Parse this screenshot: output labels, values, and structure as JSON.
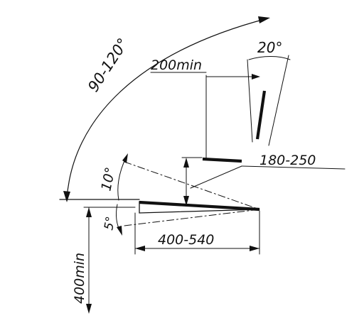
{
  "labels": {
    "sweep_angle": "90-120°",
    "top_angle": "20°",
    "min_200": "200min",
    "range_180_250": "180-250",
    "angle_10": "10°",
    "angle_5": "5°",
    "range_400_540": "400-540",
    "min_400": "400min"
  }
}
